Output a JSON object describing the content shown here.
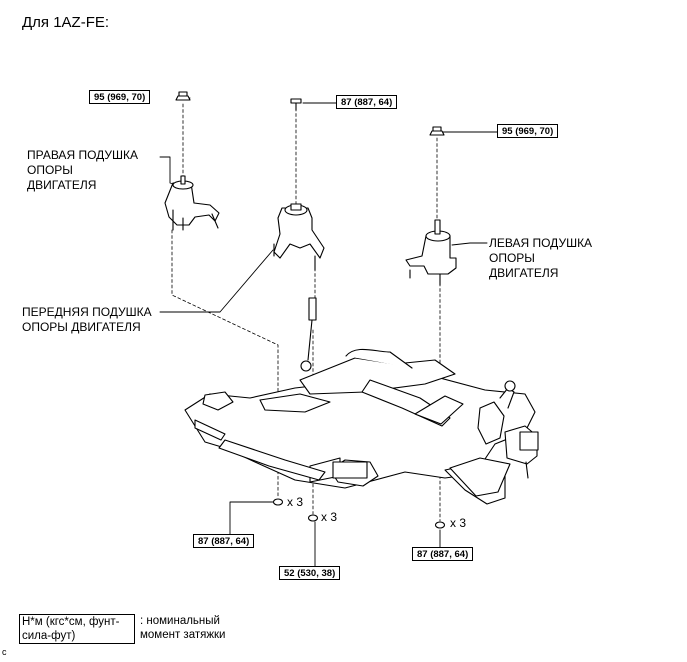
{
  "title": "Для 1AZ-FE:",
  "labels": {
    "right_mount": "ПРАВАЯ ПОДУШКА\nОПОРЫ\nДВИГАТЕЛЯ",
    "left_mount": "ЛЕВАЯ ПОДУШКА\nОПОРЫ\nДВИГАТЕЛЯ",
    "front_mount": "ПЕРЕДНЯЯ ПОДУШКА\nОПОРЫ ДВИГАТЕЛЯ"
  },
  "torques": {
    "top_right_mount": "95 (969, 70)",
    "top_front_mount": "87 (887, 64)",
    "top_left_mount": "95 (969, 70)",
    "bottom_right": "87 (887, 64)",
    "bottom_front": "52 (530, 38)",
    "bottom_left": "87 (887, 64)"
  },
  "multipliers": {
    "right": "x 3",
    "front": "x 3",
    "left": "x 3"
  },
  "legend": {
    "units": "Н*м (кгс*см, фунт-\nсила-фут)",
    "description": ": номинальный\nмомент затяжки"
  },
  "figure_code": "c"
}
